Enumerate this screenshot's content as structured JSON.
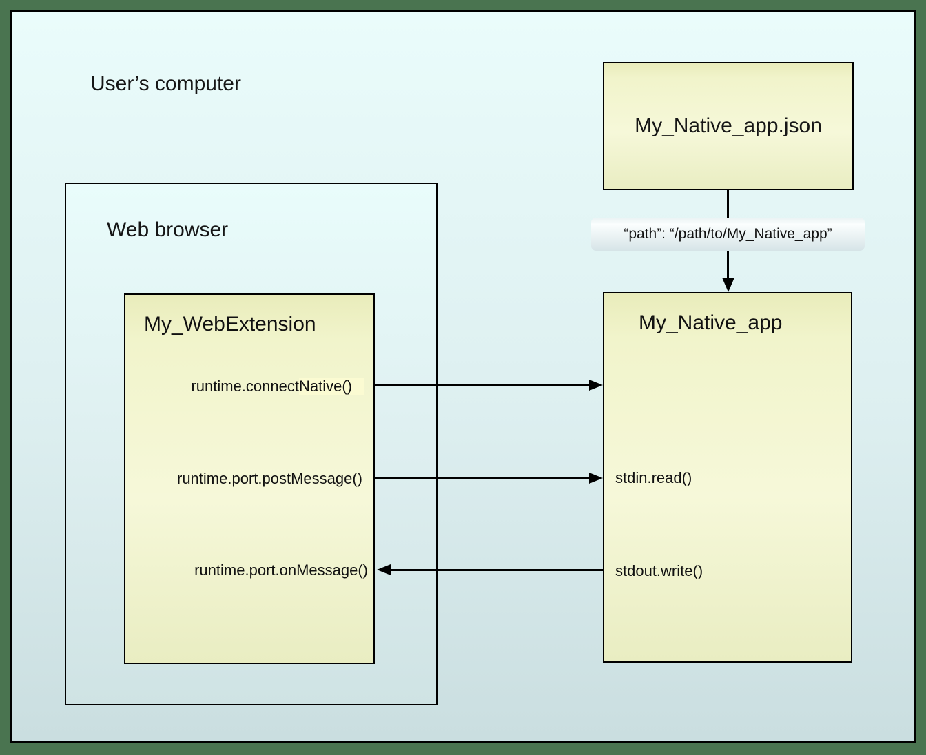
{
  "labels": {
    "computer": "User’s computer",
    "browser": "Web browser"
  },
  "webext": {
    "title": "My_WebExtension",
    "connect_pre": "runtime.connect",
    "connect_hl": "Native()",
    "post_message": "runtime.port.postMessage()",
    "on_message": "runtime.port.onMessage()"
  },
  "native": {
    "title": "My_Native_app",
    "stdin": "stdin.read()",
    "stdout": "stdout.write()"
  },
  "manifest": {
    "title": "My_Native_app.json",
    "path": "“path”: “/path/to/My_Native_app”"
  },
  "connections": [
    {
      "from": "runtime.connectNative()",
      "to": "My_Native_app",
      "direction": "right"
    },
    {
      "from": "runtime.port.postMessage()",
      "to": "stdin.read()",
      "direction": "right"
    },
    {
      "from": "stdout.write()",
      "to": "runtime.port.onMessage()",
      "direction": "left"
    },
    {
      "from": "My_Native_app.json",
      "to": "My_Native_app",
      "direction": "down",
      "via": "“path”: “/path/to/My_Native_app”"
    }
  ],
  "colors": {
    "frame": "#4a7450",
    "border": "#000000",
    "canvas_top": "#eafcfb",
    "canvas_bottom": "#cadee0",
    "yellow_top": "#e9ecbb",
    "yellow_mid": "#f6f8d9",
    "yellow_bottom": "#e9edc2",
    "highlight": "#fbfbd2"
  }
}
